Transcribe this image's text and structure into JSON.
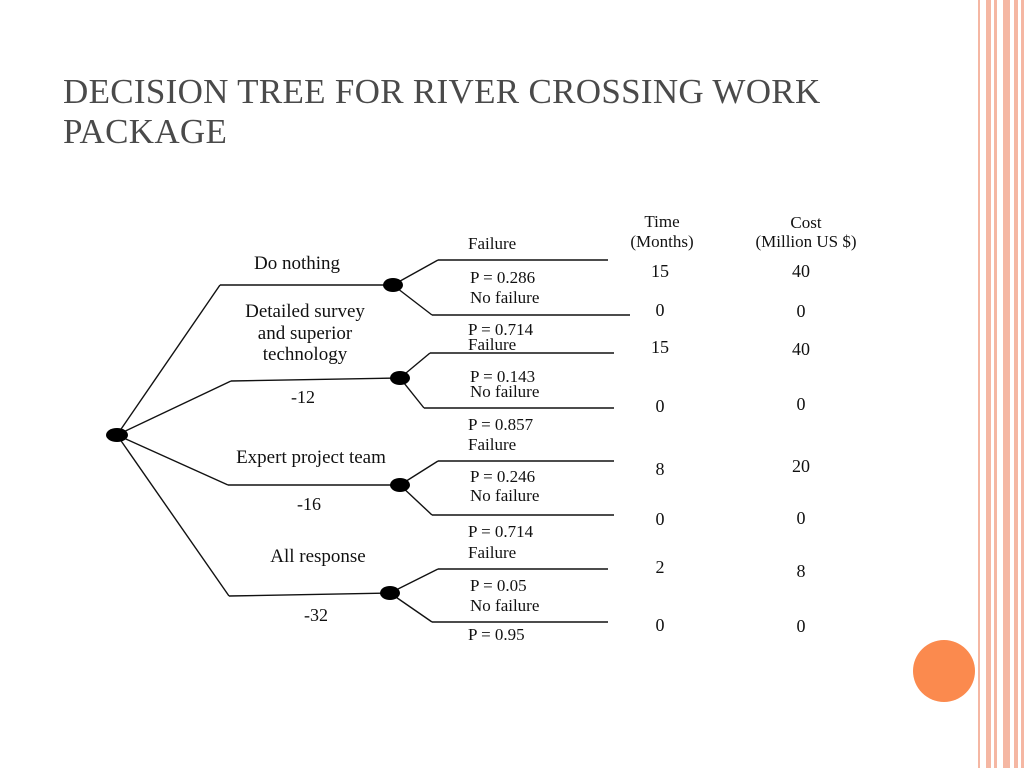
{
  "slide": {
    "title": "DECISION TREE FOR RIVER CROSSING WORK PACKAGE"
  },
  "colors": {
    "accent": "#fb8a4e",
    "stripe": "#f5b7a3",
    "title": "#4a4a4a"
  },
  "tree": {
    "columns": {
      "time": [
        "Time",
        "(Months)"
      ],
      "cost": [
        "Cost",
        "(Million US $)"
      ]
    },
    "options": [
      {
        "label_lines": [
          "Do nothing"
        ],
        "value": "",
        "failure": {
          "label": "Failure",
          "probability": "P = 0.286",
          "time": "15",
          "cost": "40"
        },
        "no_failure": {
          "label": "No failure",
          "probability": "P = 0.714",
          "time": "0",
          "cost": "0"
        }
      },
      {
        "label_lines": [
          "Detailed survey",
          "and superior",
          "technology"
        ],
        "value": "-12",
        "failure": {
          "label": "Failure",
          "probability": "P = 0.143",
          "time": "15",
          "cost": "40"
        },
        "no_failure": {
          "label": "No failure",
          "probability": "P = 0.857",
          "time": "0",
          "cost": "0"
        }
      },
      {
        "label_lines": [
          "Expert project team"
        ],
        "value": "-16",
        "failure": {
          "label": "Failure",
          "probability": "P = 0.246",
          "time": "8",
          "cost": "20"
        },
        "no_failure": {
          "label": "No failure",
          "probability": "P = 0.714",
          "time": "0",
          "cost": "0"
        }
      },
      {
        "label_lines": [
          "All response"
        ],
        "value": "-32",
        "failure": {
          "label": "Failure",
          "probability": "P = 0.05",
          "time": "2",
          "cost": "8"
        },
        "no_failure": {
          "label": "No failure",
          "probability": "P = 0.95",
          "time": "0",
          "cost": "0"
        }
      }
    ]
  }
}
